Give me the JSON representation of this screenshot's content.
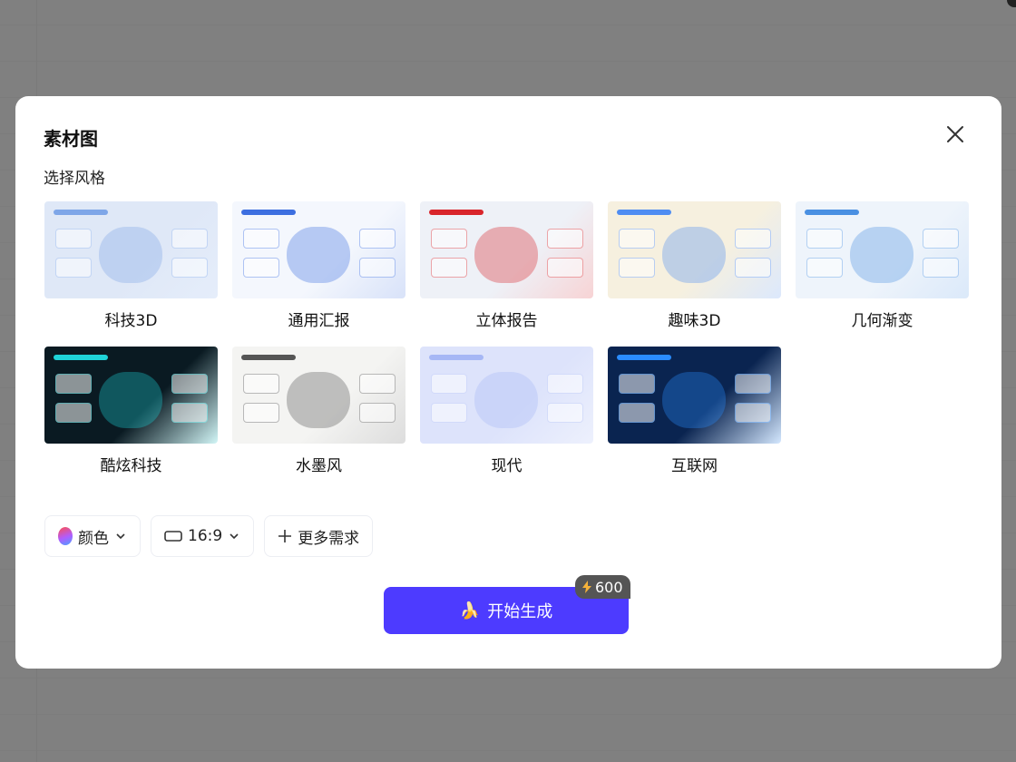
{
  "modal": {
    "title": "素材图",
    "subtitle": "选择风格",
    "close_icon": "close-icon",
    "styles": [
      {
        "label": "科技3D",
        "colors": [
          "#dfe8f7",
          "#7ea6e8"
        ]
      },
      {
        "label": "通用汇报",
        "colors": [
          "#f4f7fd",
          "#3d6fe0"
        ]
      },
      {
        "label": "立体报告",
        "colors": [
          "#eef1f7",
          "#d9252b"
        ]
      },
      {
        "label": "趣味3D",
        "colors": [
          "#f6f0df",
          "#4f8df2"
        ]
      },
      {
        "label": "几何渐变",
        "colors": [
          "#eef4fb",
          "#4a90e2"
        ]
      },
      {
        "label": "酷炫科技",
        "colors": [
          "#0a1a22",
          "#1fd3d8"
        ]
      },
      {
        "label": "水墨风",
        "colors": [
          "#f4f4f2",
          "#555555"
        ]
      },
      {
        "label": "现代",
        "colors": [
          "#dde3fb",
          "#a6b7f5"
        ]
      },
      {
        "label": "互联网",
        "colors": [
          "#0a2450",
          "#2a8cff"
        ]
      }
    ],
    "options": {
      "color_label": "颜色",
      "ratio_label": "16:9",
      "more_label": "更多需求"
    },
    "generate": {
      "label": "开始生成",
      "icon": "banana-icon",
      "cost": "600",
      "cost_icon": "lightning-icon",
      "color": "#4d3bff"
    }
  }
}
